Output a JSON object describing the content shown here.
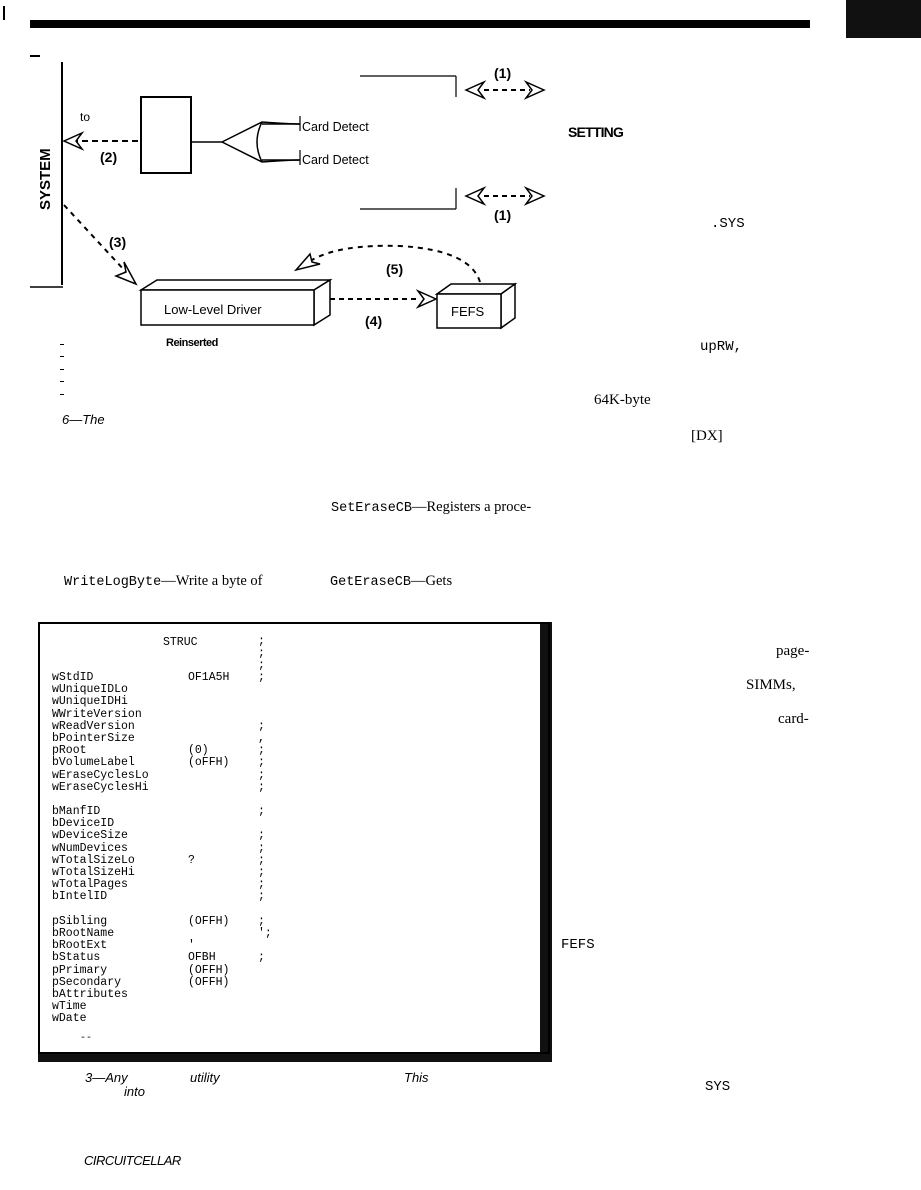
{
  "diagram": {
    "system_label": "SYSTEM",
    "to_label": "to",
    "arrow_1_top": "(1)",
    "arrow_1_bottom": "(1)",
    "arrow_2": "(2)",
    "arrow_3": "(3)",
    "arrow_4": "(4)",
    "arrow_5": "(5)",
    "card_detect_1": "Card Detect",
    "card_detect_2": "Card Detect",
    "low_level_driver": "Low-Level Driver",
    "fefs": "FEFS",
    "reinserted": "Reinserted",
    "figure_caption_6": "6—The"
  },
  "right_column": {
    "setting": "SETTING",
    "sys_ext": ".SYS",
    "uprw": "upRW,",
    "sixtyfour_k": "64K-byte",
    "dx": "[DX]",
    "page": "page-",
    "simms": "SIMMs,",
    "card": "card-",
    "fefs": "FEFS",
    "sys": "SYS"
  },
  "body_text": {
    "set_erase_code": "SetEraseCB",
    "set_erase_text": "—Registers a proce-",
    "write_log_code": "WriteLogByte",
    "write_log_text": "—Write a byte of",
    "get_erase_code": "GetEraseCB",
    "get_erase_text": "—Gets"
  },
  "listing": {
    "header_struc": "STRUC",
    "fields": [
      "wStdID",
      "wUniqueIDLo",
      "wUniqueIDHi",
      "WWriteVersion",
      "wReadVersion",
      "bPointerSize",
      "pRoot",
      "bVolumeLabel",
      "wEraseCyclesLo",
      "wEraseCyclesHi",
      "",
      "bManfID",
      "bDeviceID",
      "wDeviceSize",
      "wNumDevices",
      "wTotalSizeLo",
      "wTotalSizeHi",
      "wTotalPages",
      "bIntelID",
      "",
      "pSibling",
      "bRootName",
      "bRootExt",
      "bStatus",
      "pPrimary",
      "pSecondary",
      "bAttributes",
      "wTime",
      "wDate"
    ],
    "values": [
      "OF1A5H",
      "",
      "",
      "",
      "",
      "",
      "(0)",
      "(oFFH)",
      "",
      "",
      "",
      "",
      "",
      "",
      "",
      "?",
      "",
      "",
      "",
      "",
      "(OFFH)",
      "",
      "'",
      "OFBH",
      "(OFFH)",
      "(OFFH)",
      "",
      "",
      ""
    ],
    "semis": [
      ";",
      "",
      "",
      "",
      ";",
      ",",
      ";",
      ";",
      ";",
      ";",
      "",
      ";",
      "",
      ";",
      ";",
      ";",
      ";",
      ";",
      ";",
      "",
      ";",
      "';",
      "",
      ";",
      "",
      "",
      "",
      "",
      ""
    ],
    "end_mark": "--",
    "caption_num": "3—Any",
    "caption_utility": "utility",
    "caption_this": "This",
    "caption_into": "into"
  },
  "footer": {
    "magazine": "CIRCUITCELLAR"
  }
}
